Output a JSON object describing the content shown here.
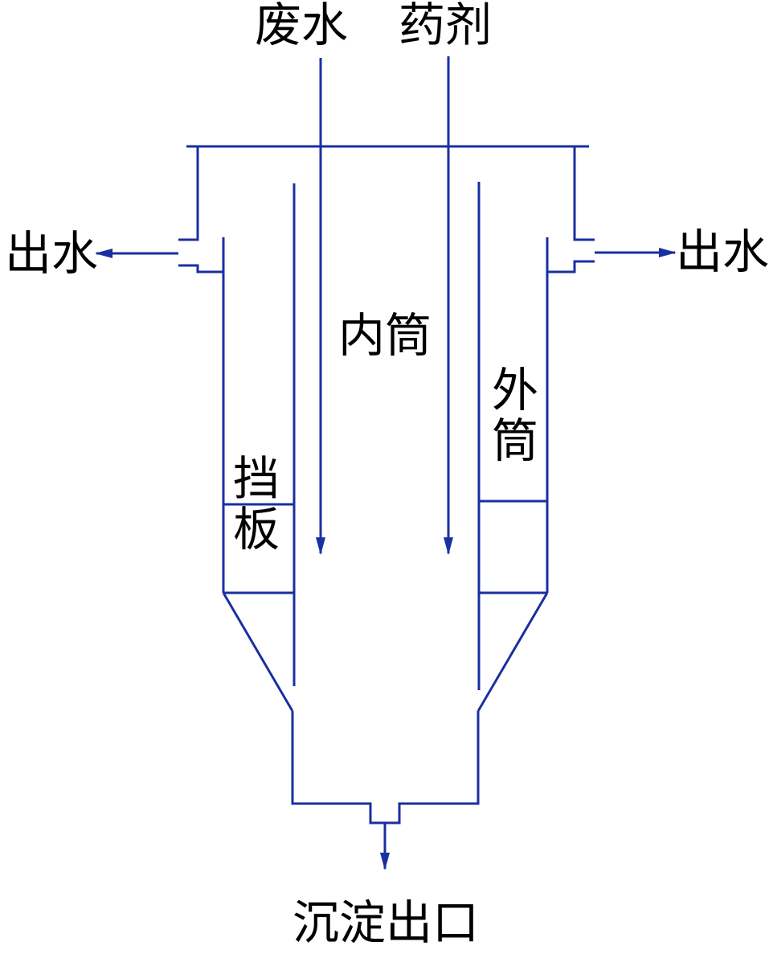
{
  "labels": {
    "wastewater": "废水",
    "chemical": "药剂",
    "outlet_left": "出水",
    "outlet_right": "出水",
    "inner_cylinder": "内筒",
    "outer_cylinder_1": "外",
    "outer_cylinder_2": "筒",
    "baffle_1": "挡",
    "baffle_2": "板",
    "sludge_outlet": "沉淀出口"
  },
  "colors": {
    "line": "#1a2fa0",
    "text": "#000000"
  }
}
